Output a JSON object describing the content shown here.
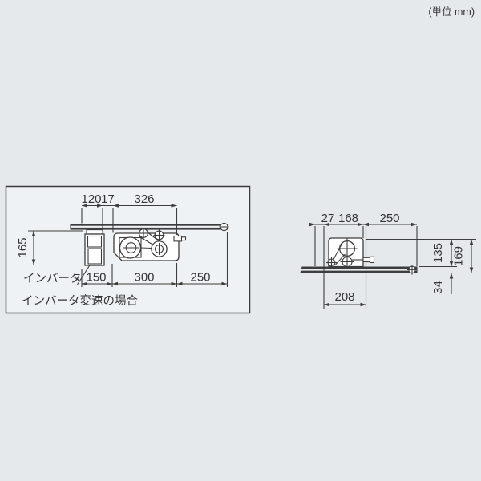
{
  "unit_label": "(単位 mm)",
  "colors": {
    "background": "#e5e9ec",
    "panel_fill": "#eff2f4",
    "line": "#3d3d3d",
    "part_fill": "#ffffff"
  },
  "left_diagram": {
    "caption": "インバータ変速の場合",
    "component_label": "インバータ",
    "dim_top_1": "120",
    "dim_top_2": "17",
    "dim_top_3": "326",
    "dim_left": "165",
    "dim_bottom_1": "150",
    "dim_bottom_2": "300",
    "dim_bottom_3": "250"
  },
  "right_diagram": {
    "dim_top_1": "27",
    "dim_top_2": "168",
    "dim_top_3": "250",
    "dim_right_1": "135",
    "dim_right_2": "169",
    "dim_rail_height": "34",
    "dim_bottom": "208"
  }
}
